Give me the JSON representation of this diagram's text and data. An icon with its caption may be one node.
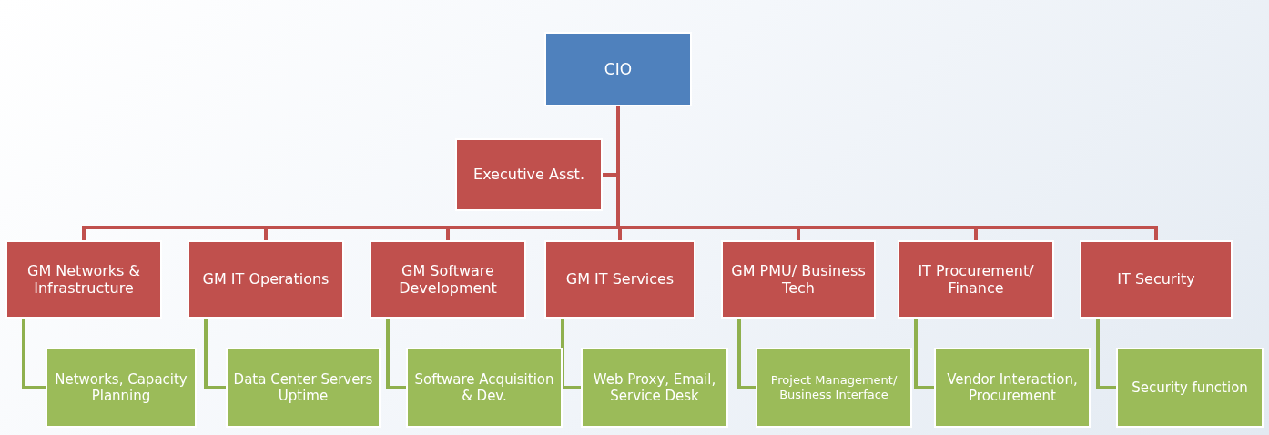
{
  "diagram": {
    "nodes": [
      {
        "text": [
          "CIO"
        ]
      },
      {
        "text": [
          "Executive Asst."
        ]
      },
      {
        "text": [
          "GM Networks & Infrastructure"
        ]
      },
      {
        "text": [
          "GM IT Operations"
        ]
      },
      {
        "text": [
          "GM Software Development"
        ]
      },
      {
        "text": [
          "GM IT Services"
        ]
      },
      {
        "text": [
          "GM PMU/ Business Tech"
        ]
      },
      {
        "text": [
          "IT Procurement/ Finance"
        ]
      },
      {
        "text": [
          "IT Security"
        ]
      },
      {
        "text": [
          "Networks, Capacity Planning"
        ]
      },
      {
        "text": [
          "Data Center Servers Uptime"
        ]
      },
      {
        "text": [
          "Software Acquisition & Dev."
        ]
      },
      {
        "text": [
          "Web Proxy, Email, Service Desk"
        ]
      },
      {
        "text": [
          "Project Management/ Business Interface"
        ]
      },
      {
        "text": [
          "Vendor Interaction, Procurement"
        ]
      },
      {
        "text": [
          "Security function"
        ]
      }
    ],
    "edges": [
      {
        "from": 0,
        "to": 1,
        "arrow": "none"
      },
      {
        "from": 0,
        "to": 2,
        "arrow": "none"
      },
      {
        "from": 0,
        "to": 3,
        "arrow": "none"
      },
      {
        "from": 0,
        "to": 4,
        "arrow": "none"
      },
      {
        "from": 0,
        "to": 5,
        "arrow": "none"
      },
      {
        "from": 0,
        "to": 6,
        "arrow": "none"
      },
      {
        "from": 0,
        "to": 7,
        "arrow": "none"
      },
      {
        "from": 0,
        "to": 8,
        "arrow": "none"
      },
      {
        "from": 2,
        "to": 9,
        "arrow": "none",
        "color": "#8fb04e"
      },
      {
        "from": 3,
        "to": 10,
        "arrow": "none",
        "color": "#8fb04e"
      },
      {
        "from": 4,
        "to": 11,
        "arrow": "none",
        "color": "#8fb04e"
      },
      {
        "from": 5,
        "to": 12,
        "arrow": "none",
        "color": "#8fb04e"
      },
      {
        "from": 6,
        "to": 13,
        "arrow": "none",
        "color": "#8fb04e"
      },
      {
        "from": 7,
        "to": 14,
        "arrow": "none",
        "color": "#8fb04e"
      },
      {
        "from": 8,
        "to": 15,
        "arrow": "none",
        "color": "#8fb04e"
      }
    ]
  }
}
